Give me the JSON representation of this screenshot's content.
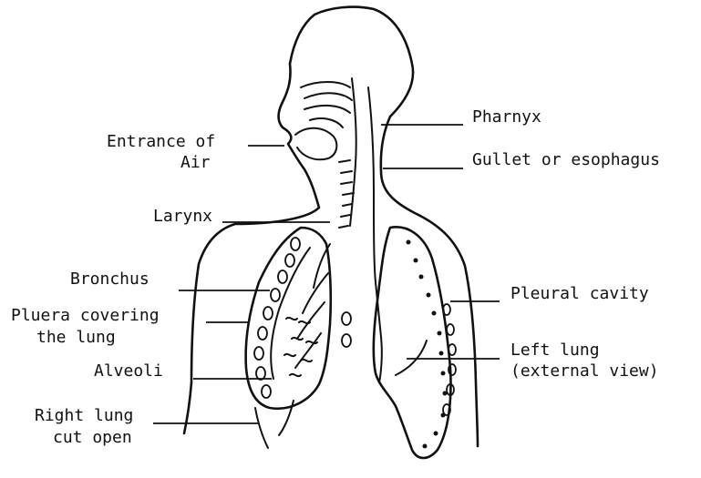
{
  "labels": {
    "pharnyx": "Pharnyx",
    "entrance_line1": "Entrance of",
    "entrance_line2": "Air",
    "gullet": "Gullet or esophagus",
    "larynx": "Larynx",
    "bronchus": "Bronchus",
    "pleural_cavity": "Pleural cavity",
    "pluera_line1": "Pluera covering",
    "pluera_line2": "the lung",
    "left_lung_line1": "Left lung",
    "left_lung_line2": "(external view)",
    "alveoli": "Alveoli",
    "right_lung_line1": "Right lung",
    "right_lung_line2": "cut open"
  }
}
